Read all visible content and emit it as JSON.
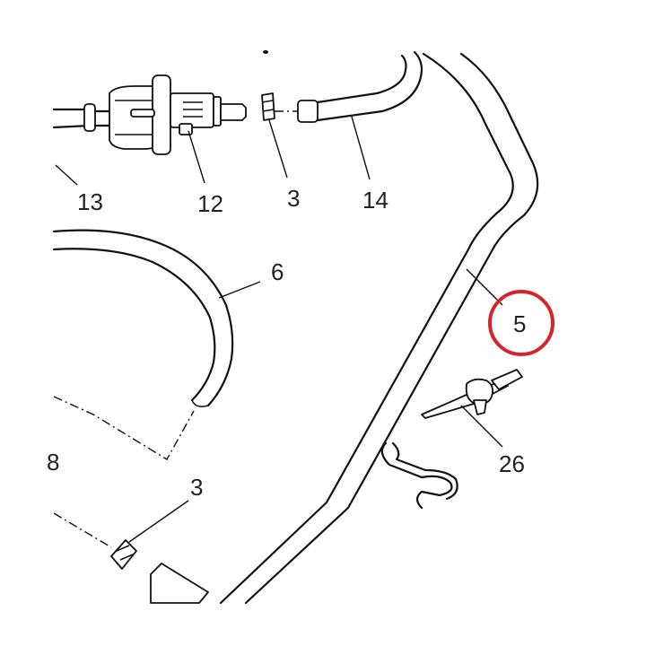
{
  "callouts": {
    "c13": "13",
    "c12": "12",
    "c3_top": "3",
    "c14": "14",
    "c6": "6",
    "c5": "5",
    "c26": "26",
    "c8": "8",
    "c3_bottom": "3"
  },
  "highlight": {
    "color": "#d6242b",
    "target": "5"
  },
  "colors": {
    "line": "#111111",
    "text": "#222222",
    "background": "#ffffff"
  }
}
